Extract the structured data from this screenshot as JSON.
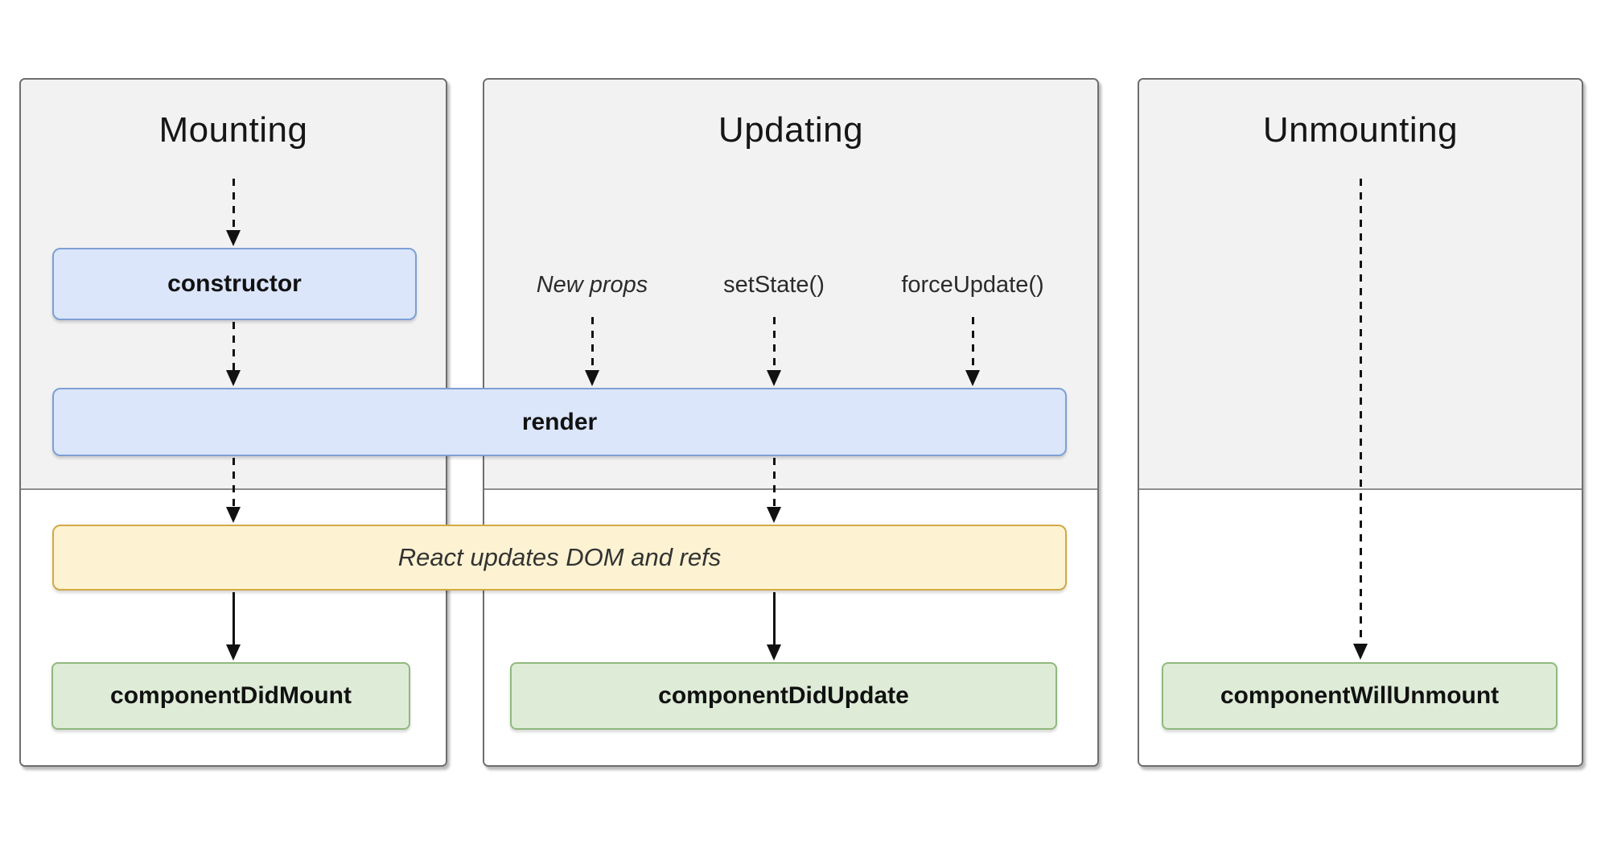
{
  "columns": {
    "mounting": {
      "title": "Mounting"
    },
    "updating": {
      "title": "Updating",
      "triggers": {
        "new_props": "New props",
        "set_state": "setState()",
        "force_update": "forceUpdate()"
      }
    },
    "unmounting": {
      "title": "Unmounting"
    }
  },
  "nodes": {
    "constructor": "constructor",
    "render": "render",
    "react_updates": "React updates DOM and refs",
    "component_did_mount": "componentDidMount",
    "component_did_update": "componentDidUpdate",
    "component_will_unmount": "componentWillUnmount"
  },
  "colors": {
    "lifecycle_method_fill": "#dbe6fa",
    "lifecycle_method_border": "#7e9fd3",
    "side_effect_fill": "#fdf3d2",
    "side_effect_border": "#d2aa45",
    "commit_fill": "#deecd7",
    "commit_border": "#90b97e",
    "panel_bg_top": "#f2f2f2",
    "panel_bg_bottom": "#ffffff",
    "panel_border": "#6e6e6e",
    "panel_divider": "#8f8f8f",
    "arrow": "#111111"
  }
}
